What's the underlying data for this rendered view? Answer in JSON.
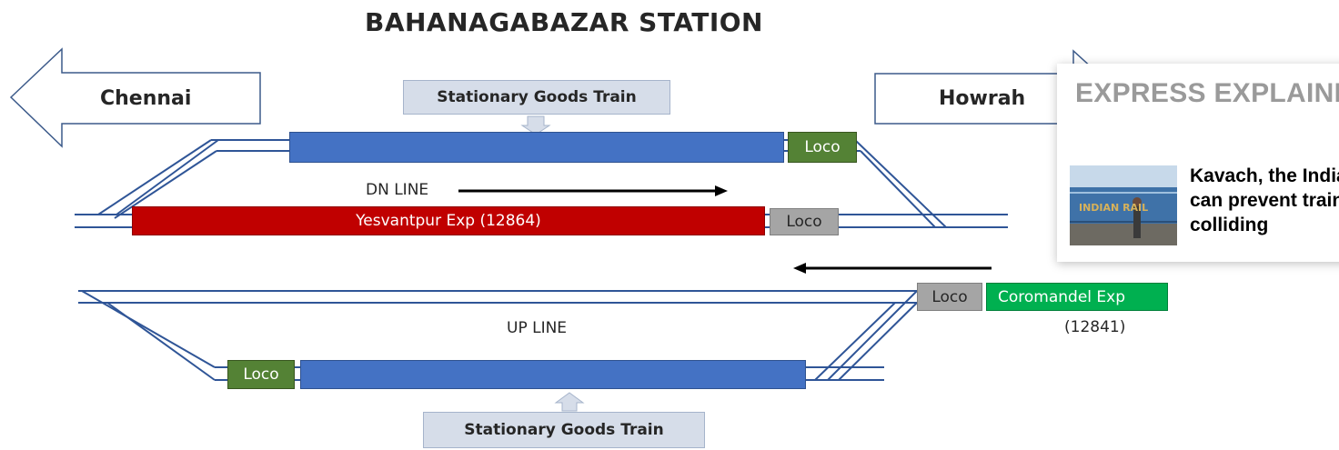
{
  "diagram": {
    "title": "BAHANAGABAZAR STATION",
    "left_destination": "Chennai",
    "right_destination": "Howrah",
    "top_label": "Stationary Goods Train",
    "bottom_label": "Stationary Goods Train",
    "dn_line_label": "DN LINE",
    "up_line_label": "UP LINE",
    "loco_label": "Loco",
    "yesvantpur_train": "Yesvantpur Exp (12864)",
    "coromandel_train": "Coromandel Exp",
    "coromandel_number": "(12841)"
  },
  "explainer": {
    "heading": "EXPRESS EXPLAINED",
    "thumbnail_text": "INDIAN RAIL",
    "headline_lines": [
      "Kavach, the India-made system that",
      "can prevent trains from",
      "colliding"
    ]
  },
  "colors": {
    "goods_train": "#4472c4",
    "yesvantpur": "#c00000",
    "coromandel": "#00b050",
    "loco_green": "#548235",
    "loco_grey": "#a5a5a5",
    "track": "#2f5597"
  }
}
